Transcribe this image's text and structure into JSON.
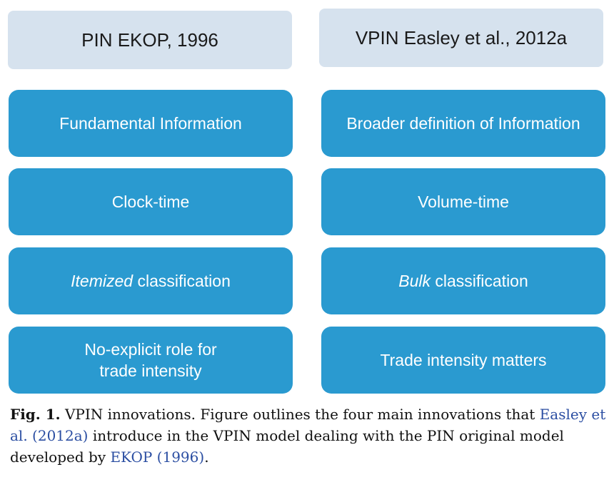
{
  "headers": {
    "left": "PIN EKOP, 1996",
    "right": "VPIN Easley et al., 2012a"
  },
  "rows": [
    {
      "left": {
        "text": "Fundamental Information"
      },
      "right": {
        "text": "Broader definition of Information"
      }
    },
    {
      "left": {
        "text": "Clock-time"
      },
      "right": {
        "text": "Volume-time"
      }
    },
    {
      "left": {
        "italic": "Itemized",
        "text": " classification"
      },
      "right": {
        "italic": "Bulk",
        "text": " classification"
      }
    },
    {
      "left": {
        "line1": "No-explicit role for",
        "line2": "trade intensity"
      },
      "right": {
        "text": "Trade intensity matters"
      }
    }
  ],
  "caption": {
    "label": "Fig. 1.",
    "text_a": " VPIN innovations. Figure outlines the four main innovations that ",
    "ref_a": "Easley et al. (2012a)",
    "text_b": " introduce in the VPIN model dealing with the PIN original model developed by ",
    "ref_b": "EKOP (1996)",
    "text_c": "."
  },
  "colors": {
    "header_bg": "#d6e2ee",
    "cell_bg": "#2a9ad0",
    "link": "#2b4ea2"
  }
}
